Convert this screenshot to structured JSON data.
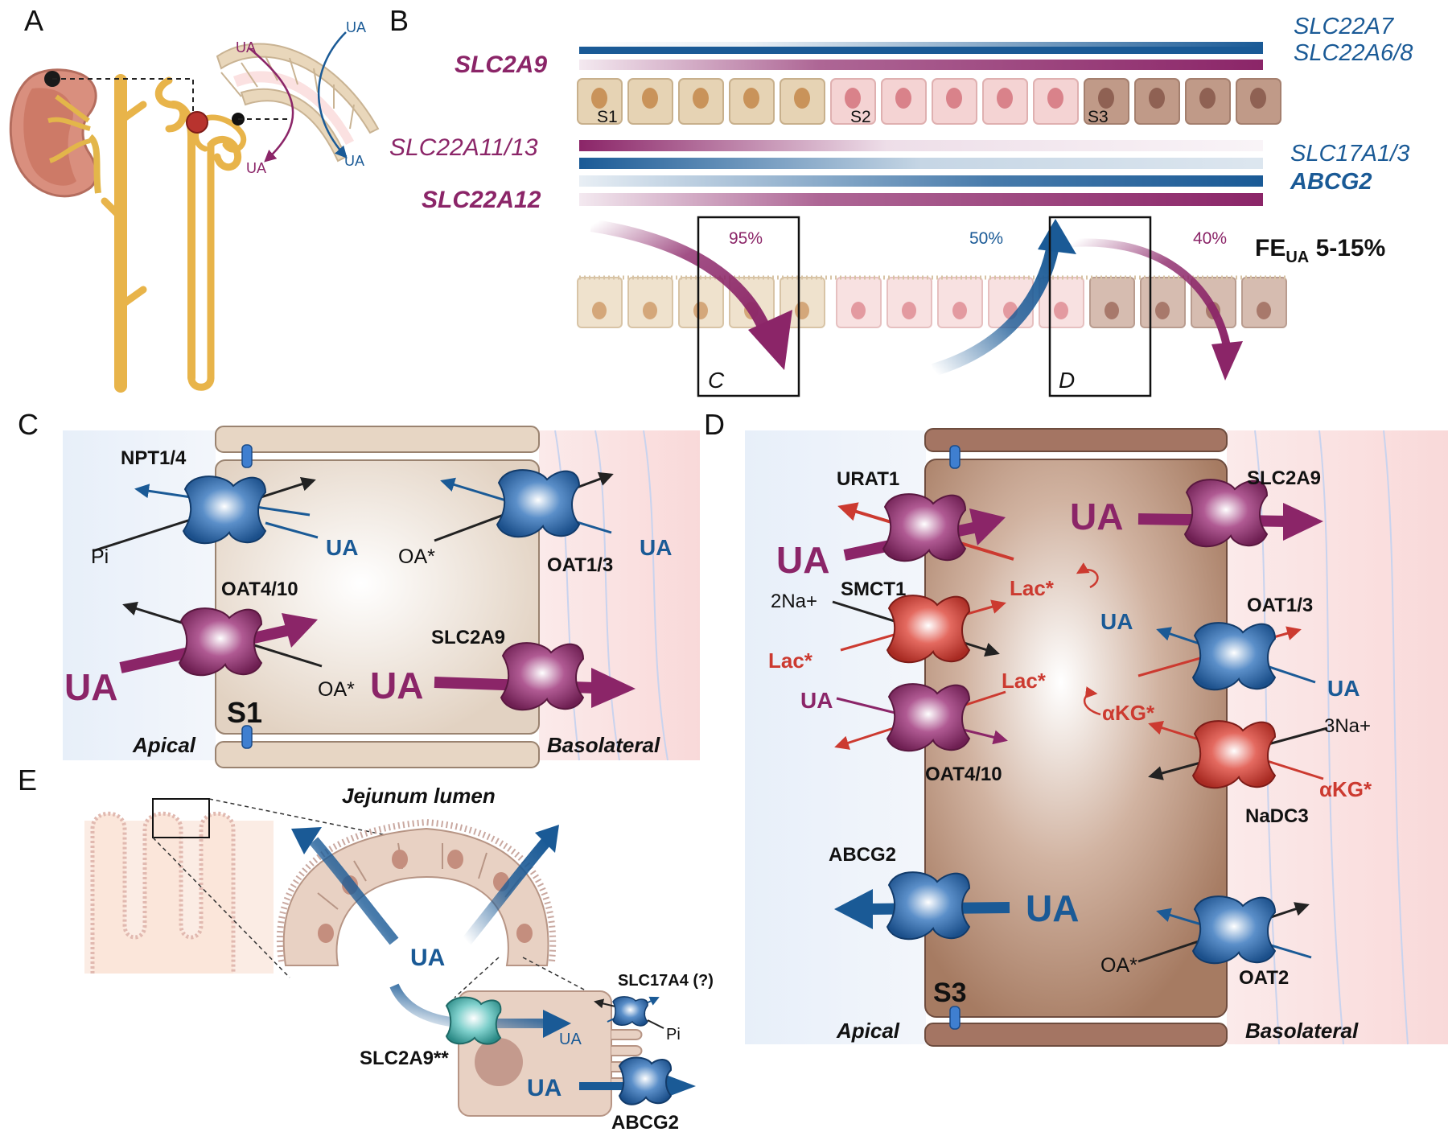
{
  "panel_labels": {
    "a": "A",
    "b": "B",
    "c": "C",
    "d": "D",
    "e": "E"
  },
  "panel_a": {
    "ua_top": "UA",
    "ua_left": "UA",
    "ua_bottom_left": "UA",
    "ua_bottom_right": "UA"
  },
  "panel_b": {
    "genes": {
      "slc22a7": "SLC22A7",
      "slc22a6_8": "SLC22A6/8",
      "slc2a9": "SLC2A9",
      "slc22a11_13": "SLC22A11/13",
      "slc17a1_3": "SLC17A1/3",
      "abcg2": "ABCG2",
      "slc22a12": "SLC22A12"
    },
    "segments": {
      "s1": "S1",
      "s2": "S2",
      "s3": "S3"
    },
    "percents": {
      "p95": "95%",
      "p50": "50%",
      "p40": "40%"
    },
    "boxes": {
      "c": "C",
      "d": "D"
    },
    "fe_main": "FE",
    "fe_sub": "UA",
    "fe_range": " 5-15%"
  },
  "panel_c": {
    "npt": "NPT1/4",
    "pi": "Pi",
    "ua_npt": "UA",
    "oa_oat13": "OA*",
    "oat13": "OAT1/3",
    "ua_oat13": "UA",
    "oat410": "OAT4/10",
    "ua_big": "UA",
    "oa_oat410": "OA*",
    "slc2a9": "SLC2A9",
    "ua_cell": "UA",
    "segment": "S1",
    "apical": "Apical",
    "basolateral": "Basolateral"
  },
  "panel_d": {
    "urat1": "URAT1",
    "ua_big": "UA",
    "lac_top": "Lac*",
    "slc2a9": "SLC2A9",
    "ua_slc2a9": "UA",
    "smct1": "SMCT1",
    "na2": "2Na+",
    "lac_smct": "Lac*",
    "ua_oat13_in": "UA",
    "oat13": "OAT1/3",
    "ua_oat13_out": "UA",
    "lac_oat410": "Lac*",
    "ua_oat410": "UA",
    "oat410": "OAT4/10",
    "akg_cell": "αKG*",
    "na3": "3Na+",
    "akg_out": "αKG*",
    "nadc3": "NaDC3",
    "abcg2": "ABCG2",
    "ua_abcg2": "UA",
    "oa_oat2": "OA*",
    "oat2": "OAT2",
    "segment": "S3",
    "apical": "Apical",
    "basolateral": "Basolateral"
  },
  "panel_e": {
    "lumen": "Jejunum lumen",
    "ua_lumen": "UA",
    "slc2a9": "SLC2A9**",
    "ua_small": "UA",
    "slc17a4": "SLC17A4 (?)",
    "pi": "Pi",
    "ua_abcg2": "UA",
    "abcg2": "ABCG2"
  },
  "colors": {
    "blue": "#1a5a96",
    "purple": "#8b2568",
    "red": "#cc3a30",
    "s1_cell": "#e6d3b4",
    "s2_cell": "#f4d3d3",
    "s3_cell": "#c09a88",
    "lumen": "#e8f0fa",
    "blood": "#fbe5e5"
  }
}
